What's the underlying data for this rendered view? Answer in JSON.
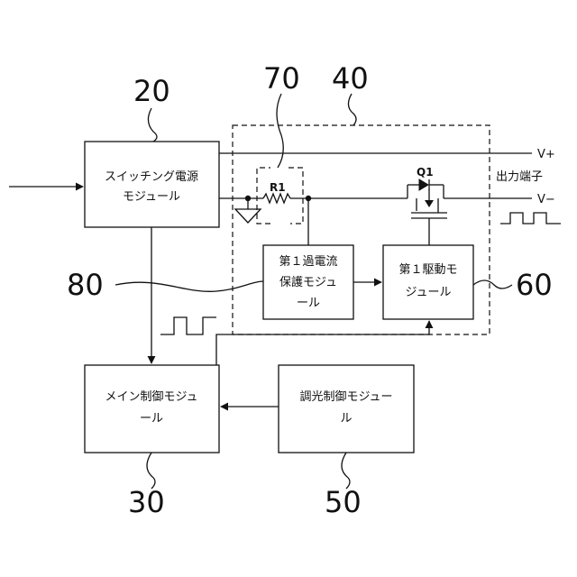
{
  "blocks": {
    "switching_power": {
      "line1": "スイッチング電源",
      "line2": "モジュール",
      "ref": "20"
    },
    "main_control": {
      "line1": "メイン制御モジュ",
      "line2": "ール",
      "ref": "30"
    },
    "overcurrent_protection": {
      "line1": "第１過電流",
      "line2": "保護モジュ",
      "line3": "ール",
      "ref": "80"
    },
    "driver": {
      "line1": "第１駆動モ",
      "line2": "ジュール",
      "ref": "60"
    },
    "dimming_control": {
      "line1": "調光制御モジュー",
      "line2": "ル",
      "ref": "50"
    }
  },
  "regions": {
    "dashed_region_ref": "40",
    "resistor_group_ref": "70"
  },
  "components": {
    "resistor": "R1",
    "transistor": "Q1"
  },
  "output": {
    "positive": "V+",
    "negative": "V−",
    "terminal_label": "出力端子"
  }
}
